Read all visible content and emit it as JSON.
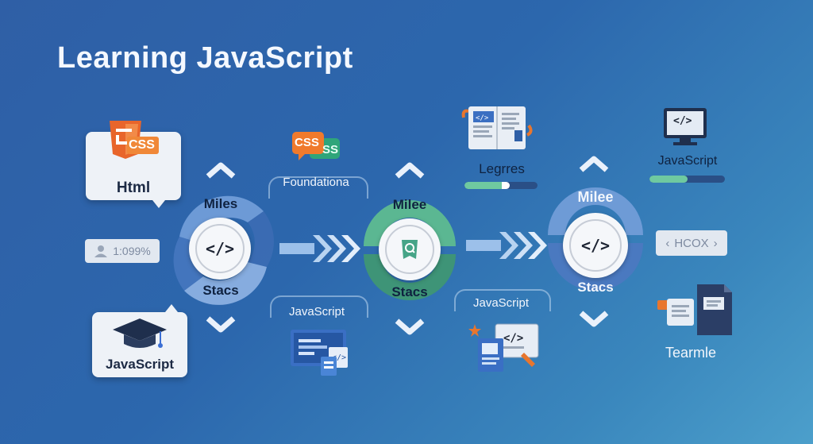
{
  "title": "Learning JavaScript",
  "left": {
    "html_card_label": "Html",
    "count_pill": "1:099%",
    "js_card_label": "JavaScript",
    "css_badge": "CSS"
  },
  "stages": [
    {
      "top_label": "Miles",
      "center_icon": "</>",
      "bottom_label": "Stacs"
    },
    {
      "top_label": "Milee",
      "center_icon": "search-icon",
      "bottom_label": "Stacs"
    },
    {
      "top_label": "Milee",
      "center_icon": "</>",
      "bottom_label": "Stacs"
    }
  ],
  "col2": {
    "css_badge": "CSS",
    "css_badge_shadow": "SS",
    "foundation_label": "Foundationa",
    "js_label": "JavaScript"
  },
  "col3": {
    "book_label": "Legrres",
    "js_label": "JavaScript",
    "progress": 0.62,
    "code_sign": "</>"
  },
  "col4": {
    "monitor_code": "</>",
    "js_label": "JavaScript",
    "progress": 0.5,
    "hcox_label": "HCOX",
    "team_label": "Tearmle"
  },
  "colors": {
    "blue_stage": "#5f8fd0",
    "green_stage": "#4aa58a",
    "orange": "#e8762e",
    "green_progress": "#6fc9a0"
  }
}
